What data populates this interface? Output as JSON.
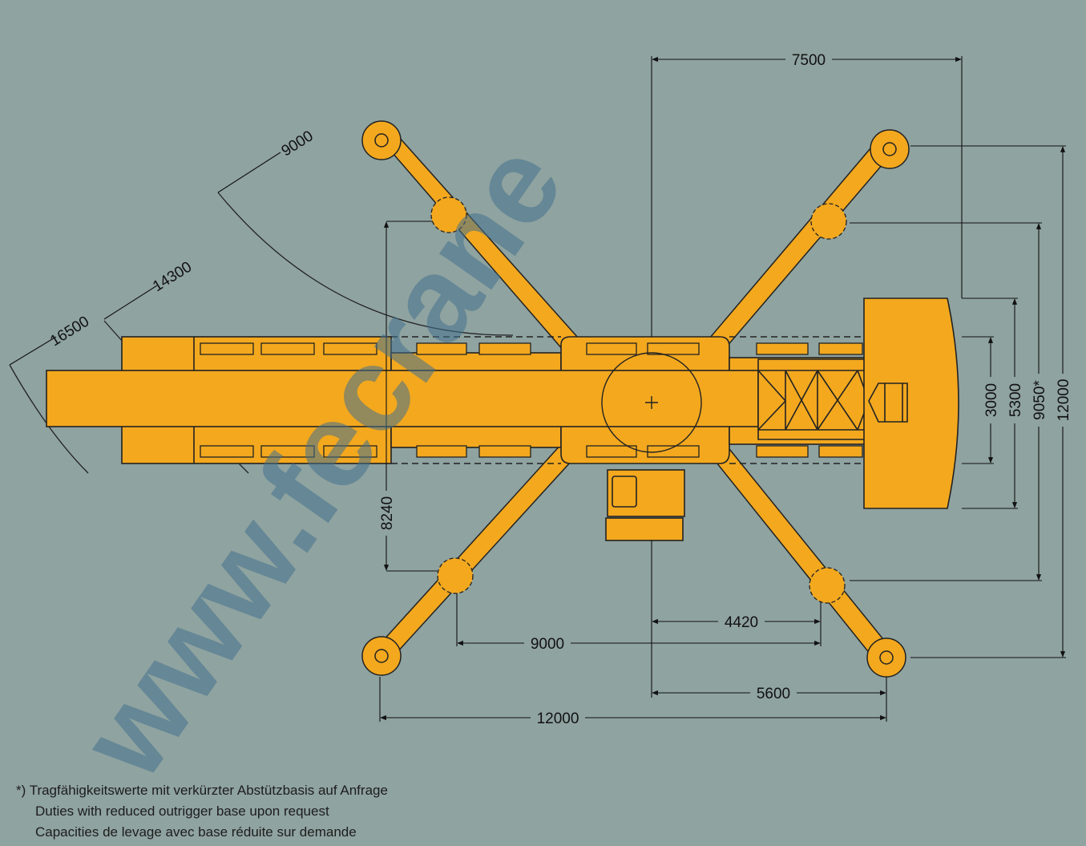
{
  "colors": {
    "background": "#8fa3a0",
    "crane_body": "#f3a81e",
    "outline": "#222222",
    "watermark": "#44718f"
  },
  "dimensions": {
    "top_width": "7500",
    "radius_inner": "9000",
    "radius_middle": "14300",
    "radius_outer": "16500",
    "outrigger_inner_length": "8240",
    "width_3000": "3000",
    "width_5300": "5300",
    "width_9050": "9050*",
    "width_12000_right": "12000",
    "bottom_4420": "4420",
    "bottom_9000": "9000",
    "bottom_5600": "5600",
    "bottom_12000": "12000"
  },
  "watermark": "www.fecrane",
  "footnote": {
    "line1": "*) Tragfähigkeitswerte mit verkürzter Abstützbasis auf Anfrage",
    "line2": "Duties with reduced outrigger base upon request",
    "line3": "Capacities de levage avec base réduite sur demande"
  }
}
